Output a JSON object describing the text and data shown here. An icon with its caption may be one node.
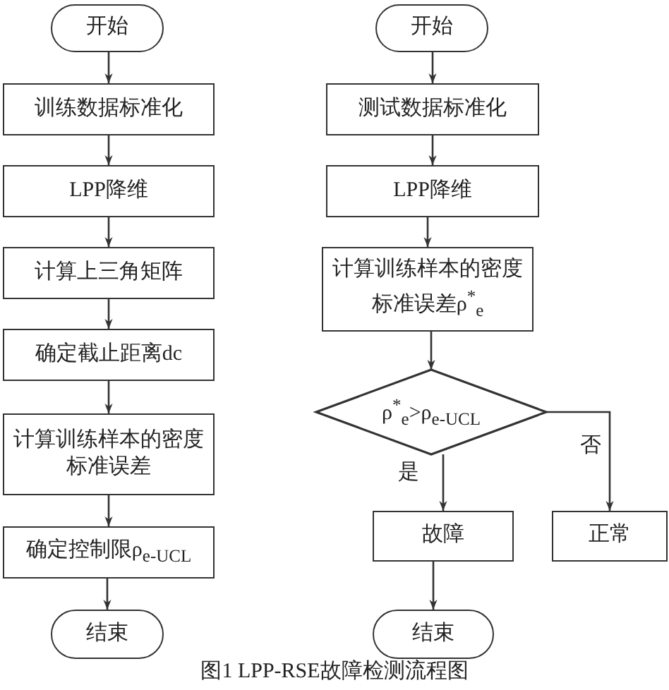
{
  "diagram": {
    "caption": "图1 LPP-RSE故障检测流程图",
    "nodes": [
      {
        "text": [
          "开始"
        ]
      },
      {
        "text": [
          "训练数据标准化"
        ]
      },
      {
        "text": [
          "LPP降维"
        ]
      },
      {
        "text": [
          "计算上三角矩阵"
        ]
      },
      {
        "text": [
          "确定截止距离dc"
        ]
      },
      {
        "text": [
          "计算训练样本的密度标准误差"
        ]
      },
      {
        "text": [
          "确定控制限ρ$_{e-UCL}$"
        ]
      },
      {
        "text": [
          "结束"
        ]
      },
      {
        "text": [
          "开始"
        ]
      },
      {
        "text": [
          "测试数据标准化"
        ]
      },
      {
        "text": [
          "LPP降维"
        ]
      },
      {
        "text": [
          "计算训练样本的密度标准误差ρ$^{*}$$_{e}$"
        ]
      },
      {
        "text": [
          "ρ$^{*}$$_{e}$>ρ$_{e-UCL}$"
        ]
      },
      {
        "text": [
          "故障"
        ]
      },
      {
        "text": [
          "正常"
        ]
      },
      {
        "text": [
          "结束"
        ]
      }
    ],
    "edges": [
      {
        "from": 0,
        "to": 1,
        "arrow": "to"
      },
      {
        "from": 1,
        "to": 2,
        "arrow": "to"
      },
      {
        "from": 2,
        "to": 3,
        "arrow": "to"
      },
      {
        "from": 3,
        "to": 4,
        "arrow": "to"
      },
      {
        "from": 4,
        "to": 5,
        "arrow": "to"
      },
      {
        "from": 5,
        "to": 6,
        "arrow": "to"
      },
      {
        "from": 6,
        "to": 7,
        "arrow": "to"
      },
      {
        "from": 8,
        "to": 9,
        "arrow": "to"
      },
      {
        "from": 9,
        "to": 10,
        "arrow": "to"
      },
      {
        "from": 10,
        "to": 11,
        "arrow": "to"
      },
      {
        "from": 11,
        "to": 12,
        "arrow": "to"
      },
      {
        "from": 12,
        "to": 13,
        "label": "是",
        "arrow": "to"
      },
      {
        "from": 12,
        "to": 14,
        "label": "否",
        "arrow": "to"
      },
      {
        "from": 13,
        "to": 15,
        "arrow": "to"
      }
    ]
  }
}
